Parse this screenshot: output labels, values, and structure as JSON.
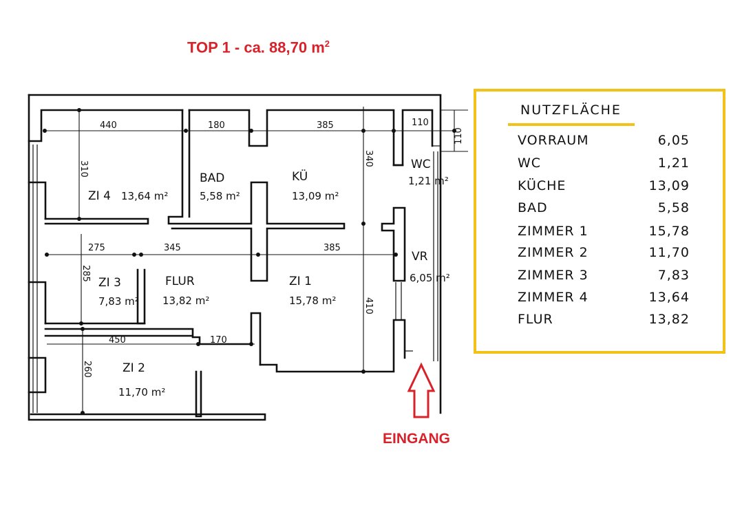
{
  "title": {
    "text": "TOP 1 - ca. 88,70 m",
    "sup": "2"
  },
  "entrance_label": "EINGANG",
  "rooms": [
    {
      "name": "ZI 4",
      "area": "13,64 m²"
    },
    {
      "name": "BAD",
      "area": "5,58 m²"
    },
    {
      "name": "KÜ",
      "area": "13,09 m²"
    },
    {
      "name": "WC",
      "area": "1,21 m²"
    },
    {
      "name": "ZI 3",
      "area": "7,83 m²"
    },
    {
      "name": "FLUR",
      "area": "13,82 m²"
    },
    {
      "name": "ZI 1",
      "area": "15,78 m²"
    },
    {
      "name": "VR",
      "area": "6,05 m²"
    },
    {
      "name": "ZI 2",
      "area": "11,70 m²"
    }
  ],
  "dimensions": [
    "440",
    "180",
    "385",
    "110",
    "110",
    "310",
    "340",
    "275",
    "345",
    "385",
    "285",
    "410",
    "450",
    "170",
    "260"
  ],
  "legend": {
    "title": "NUTZFLÄCHE",
    "rows": [
      {
        "name": "VORRAUM",
        "value": "6,05"
      },
      {
        "name": "WC",
        "value": "1,21"
      },
      {
        "name": "KÜCHE",
        "value": "13,09"
      },
      {
        "name": "BAD",
        "value": "5,58"
      },
      {
        "name": "ZIMMER 1",
        "value": "15,78"
      },
      {
        "name": "ZIMMER 2",
        "value": "11,70"
      },
      {
        "name": "ZIMMER 3",
        "value": "7,83"
      },
      {
        "name": "ZIMMER 4",
        "value": "13,64"
      },
      {
        "name": "FLUR",
        "value": "13,82"
      }
    ]
  },
  "colors": {
    "accent_red": "#d8222a",
    "legend_yellow": "#f2c21b",
    "ink": "#111111"
  }
}
